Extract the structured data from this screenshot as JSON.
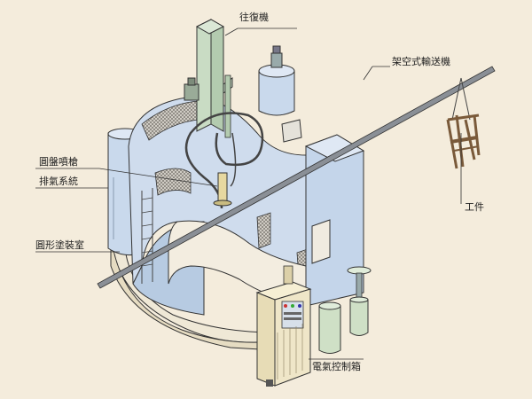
{
  "labels": {
    "reciprocator": "往復機",
    "overhead_conveyor": "架空式輸送機",
    "disc_spray_gun": "圓盤噴槍",
    "exhaust_system": "排氣系統",
    "circular_booth": "圓形塗裝室",
    "workpiece": "工件",
    "electrical_cabinet": "電氣控制箱"
  },
  "colors": {
    "background": "#f4ecdc",
    "booth_blue": "#c9d9ec",
    "machine_green": "#c9dcc4",
    "cabinet_cream": "#efe6c8",
    "line": "#333333"
  }
}
